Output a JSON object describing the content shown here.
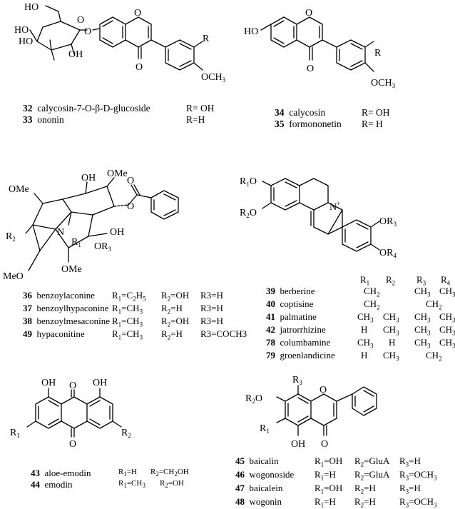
{
  "group1": {
    "atoms": {
      "ho1": "HO",
      "ho2": "HO",
      "ho3": "HO",
      "oh": "OH",
      "o_ring": "O",
      "o_link": "O",
      "o_chrom": "O",
      "o_keto": "O",
      "r": "R",
      "och3": "OCH3"
    },
    "captions": [
      {
        "num": "32",
        "name": "calycosin-7-O-β-D-glucoside",
        "sub": "R= OH"
      },
      {
        "num": "33",
        "name": "ononin",
        "sub": "R=H"
      }
    ]
  },
  "group2": {
    "atoms": {
      "ho": "HO",
      "o_chrom": "O",
      "o_keto": "O",
      "r": "R",
      "och3": "OCH3"
    },
    "captions": [
      {
        "num": "34",
        "name": "calycosin",
        "sub": "R= OH"
      },
      {
        "num": "35",
        "name": "formononetin",
        "sub": "R= H"
      }
    ]
  },
  "group3": {
    "atoms": {
      "oh1": "OH",
      "ome1": "OMe",
      "ome2": "OMe",
      "ome3": "OMe",
      "meo": "MeO",
      "oh2": "OH",
      "or3": "OR3",
      "r1": "R1",
      "r2": "R2",
      "n": "N",
      "o_ester": "O",
      "o_carb": "O"
    },
    "captions": [
      {
        "num": "36",
        "name": "benzoylaconine",
        "r1": "R1=C2H5",
        "r2": "R2=OH",
        "r3": "R3=H"
      },
      {
        "num": "37",
        "name": "benzoylhypaconine",
        "r1": "R1=CH3",
        "r2": "R2=H",
        "r3": "R3=H"
      },
      {
        "num": "38",
        "name": "benzoylmesaconine",
        "r1": "R1=CH3",
        "r2": "R2=OH",
        "r3": "R3=H"
      },
      {
        "num": "49",
        "name": "hypaconitine",
        "r1": "R1=CH3",
        "r2": "R2=H",
        "r3": "R3=COCH3"
      }
    ]
  },
  "group4": {
    "atoms": {
      "r1o": "R1O",
      "r2o": "R2O",
      "n": "N+",
      "or3": "OR3",
      "or4": "OR4"
    },
    "header": [
      "R1",
      "R2",
      "R3",
      "R4"
    ],
    "captions": [
      {
        "num": "39",
        "name": "berberine",
        "r1r2": "CH2",
        "r3": "CH3",
        "r4": "CH3"
      },
      {
        "num": "40",
        "name": "coptisine",
        "r1r2": "CH2",
        "r3r4": "CH2"
      },
      {
        "num": "41",
        "name": "palmatine",
        "r1": "CH3",
        "r2": "CH3",
        "r3": "CH3",
        "r4": "CH3"
      },
      {
        "num": "42",
        "name": "jatrorrhizine",
        "r1": "H",
        "r2": "CH3",
        "r3": "CH3",
        "r4": "CH3"
      },
      {
        "num": "78",
        "name": "columbamine",
        "r1": "CH3",
        "r2": "H",
        "r3": "CH3",
        "r4": "CH3"
      },
      {
        "num": "79",
        "name": "groenlandicine",
        "r1": "H",
        "r2": "CH3",
        "r3r4": "CH2"
      }
    ]
  },
  "group5": {
    "atoms": {
      "oh1": "OH",
      "oh2": "OH",
      "o1": "O",
      "o2": "O",
      "r1": "R1",
      "r2": "R2"
    },
    "captions": [
      {
        "num": "43",
        "name": "aloe-emodin",
        "r1": "R1=H",
        "r2": "R2=CH2OH"
      },
      {
        "num": "44",
        "name": "emodin",
        "r1": "R1=CH3",
        "r2": "R2=OH"
      }
    ]
  },
  "group6": {
    "atoms": {
      "r3": "R3",
      "r2o": "R2O",
      "r1": "R1",
      "oh": "OH",
      "o_ring": "O",
      "o_keto": "O"
    },
    "captions": [
      {
        "num": "45",
        "name": "baicalin",
        "r1": "R1=OH",
        "r2": "R2=GluA",
        "r3": "R3=H"
      },
      {
        "num": "46",
        "name": "wogonoside",
        "r1": "R1=H",
        "r2": "R2=GluA",
        "r3": "R3=OCH3"
      },
      {
        "num": "47",
        "name": "baicalein",
        "r1": "R1=OH",
        "r2": "R2=H",
        "r3": "R3=H"
      },
      {
        "num": "48",
        "name": "wogonin",
        "r1": "R1=H",
        "r2": "R2=H",
        "r3": "R3=OCH3"
      }
    ]
  }
}
